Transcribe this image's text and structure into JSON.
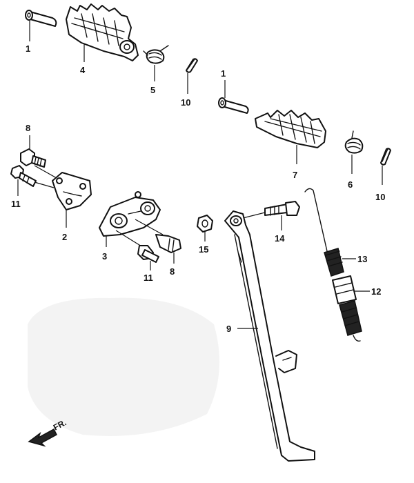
{
  "callouts": {
    "c1a": "1",
    "c4": "4",
    "c5": "5",
    "c10a": "10",
    "c1b": "1",
    "c8a": "8",
    "c11a": "11",
    "c2": "2",
    "c7": "7",
    "c6": "6",
    "c10b": "10",
    "c3": "3",
    "c15": "15",
    "c14": "14",
    "c13": "13",
    "c12": "12",
    "c9": "9",
    "c11b": "11",
    "c8b": "8"
  },
  "front_arrow": {
    "label": "FR."
  },
  "icons": {
    "front": "arrow-front-icon"
  }
}
